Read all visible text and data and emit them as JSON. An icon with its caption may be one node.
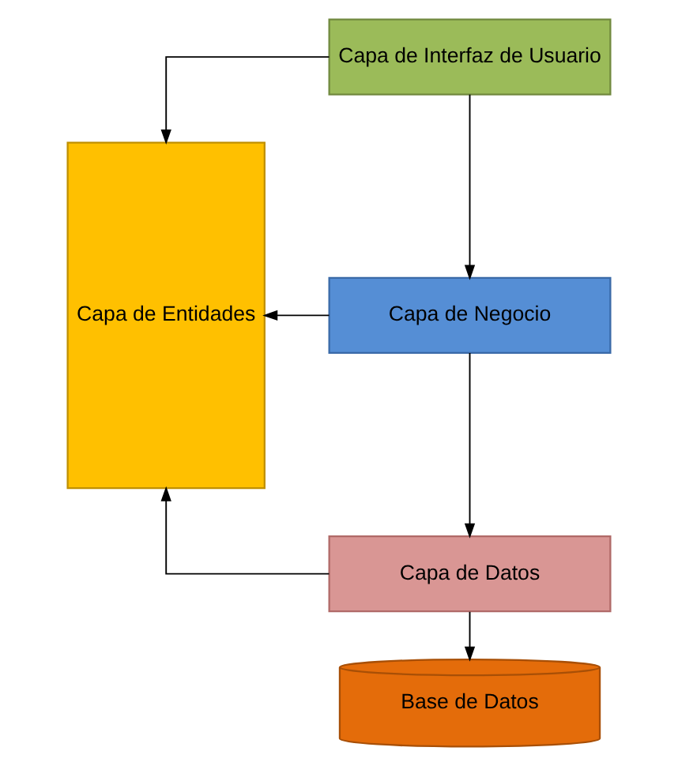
{
  "diagram": {
    "nodes": [
      {
        "text": [
          "Capa de Entidades"
        ]
      },
      {
        "text": [
          "Capa de Interfaz de Usuario"
        ]
      },
      {
        "text": [
          "Capa de Negocio"
        ]
      },
      {
        "text": [
          "Capa de Datos"
        ]
      },
      {
        "text": [
          "Base de Datos"
        ]
      }
    ],
    "edges": [
      {
        "from": 1,
        "to": 0,
        "arrow": "to"
      },
      {
        "from": 1,
        "to": 2,
        "arrow": "to"
      },
      {
        "from": 2,
        "to": 0,
        "arrow": "to"
      },
      {
        "from": 2,
        "to": 3,
        "arrow": "to"
      },
      {
        "from": 3,
        "to": 0,
        "arrow": "to"
      },
      {
        "from": 3,
        "to": 4,
        "arrow": "to"
      }
    ]
  }
}
